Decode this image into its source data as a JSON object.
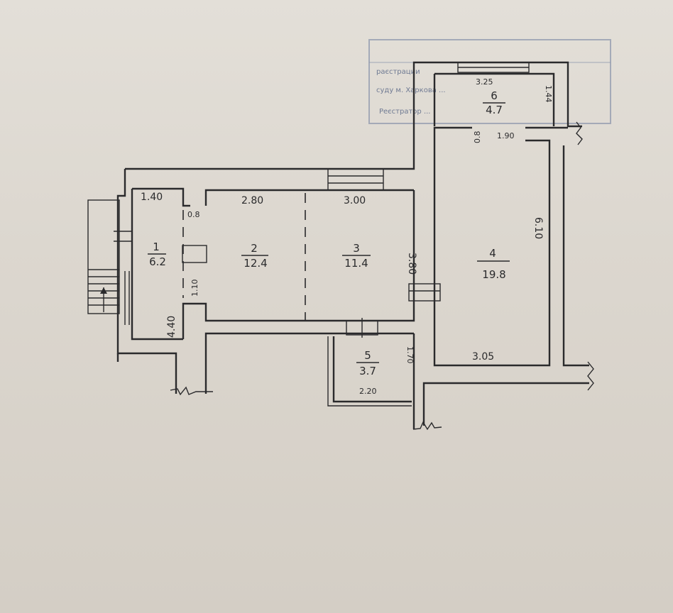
{
  "stamp": {
    "lines": [
      "раєстрации",
      "суду м. Харкова ...",
      "Реєстратор ..."
    ]
  },
  "rooms": [
    {
      "number": "1",
      "area": "6.2"
    },
    {
      "number": "2",
      "area": "12.4"
    },
    {
      "number": "3",
      "area": "11.4"
    },
    {
      "number": "4",
      "area": "19.8"
    },
    {
      "number": "5",
      "area": "3.7"
    },
    {
      "number": "6",
      "area": "4.7"
    }
  ],
  "dimensions": {
    "room1_width": "1.40",
    "room1_height": "4.40",
    "door_gap": "0.8",
    "partition": "1.10",
    "room2_width": "2.80",
    "room3_width": "3.00",
    "room3_height": "3.80",
    "room4_height": "6.10",
    "room4_width": "3.05",
    "room5_height": "1.70",
    "room5_width": "2.20",
    "room6_width": "3.25",
    "room6_height": "1.44",
    "room6_door": "0.8",
    "room6_opening": "1.90"
  }
}
